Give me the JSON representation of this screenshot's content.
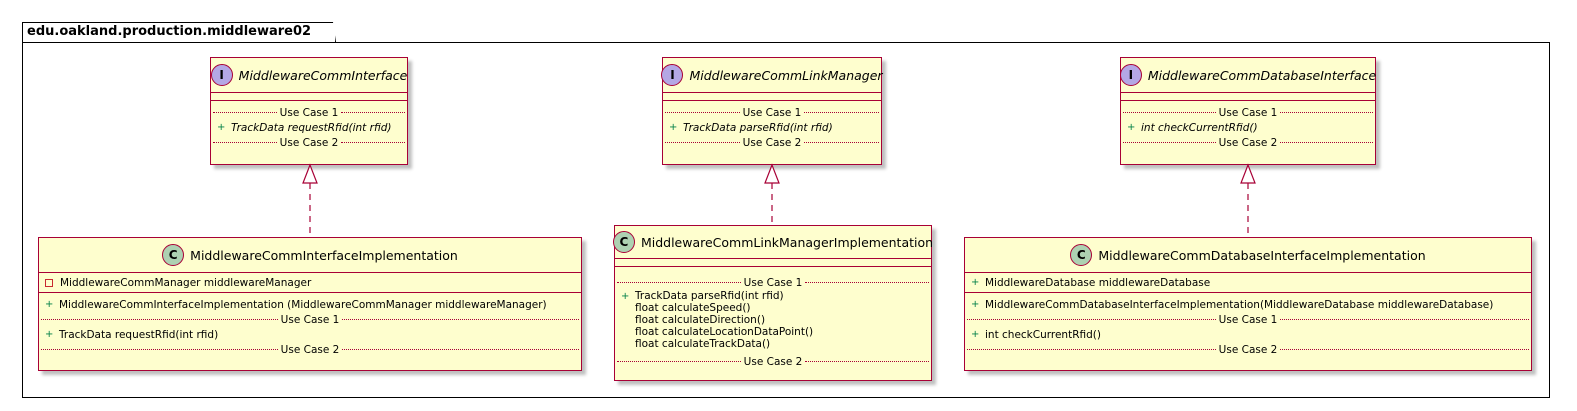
{
  "package": {
    "name": "edu.oakland.production.middleware02"
  },
  "interfaces": [
    {
      "stereotype": "I",
      "name": "MiddlewareCommInterface",
      "members": [
        {
          "kind": "divider",
          "label": "Use Case 1"
        },
        {
          "kind": "method",
          "visibility": "+",
          "text": "TrackData requestRfid(int rfid)",
          "abstract": true
        },
        {
          "kind": "divider",
          "label": "Use Case 2"
        }
      ]
    },
    {
      "stereotype": "I",
      "name": "MiddlewareCommLinkManager",
      "members": [
        {
          "kind": "divider",
          "label": "Use Case 1"
        },
        {
          "kind": "method",
          "visibility": "+",
          "text": "TrackData parseRfid(int rfid)",
          "abstract": true
        },
        {
          "kind": "divider",
          "label": "Use Case 2"
        }
      ]
    },
    {
      "stereotype": "I",
      "name": "MiddlewareCommDatabaseInterface",
      "members": [
        {
          "kind": "divider",
          "label": "Use Case 1"
        },
        {
          "kind": "method",
          "visibility": "+",
          "text": "int checkCurrentRfid()",
          "abstract": true
        },
        {
          "kind": "divider",
          "label": "Use Case 2"
        }
      ]
    }
  ],
  "classes": [
    {
      "stereotype": "C",
      "name": "MiddlewareCommInterfaceImplementation",
      "fields": [
        {
          "visibility": "-",
          "text": "MiddlewareCommManager middlewareManager"
        }
      ],
      "members": [
        {
          "kind": "method",
          "visibility": "+",
          "text": "MiddlewareCommInterfaceImplementation (MiddlewareCommManager middlewareManager)"
        },
        {
          "kind": "divider",
          "label": "Use Case 1"
        },
        {
          "kind": "method",
          "visibility": "+",
          "text": "TrackData requestRfid(int rfid)"
        },
        {
          "kind": "divider",
          "label": "Use Case 2"
        }
      ]
    },
    {
      "stereotype": "C",
      "name": "MiddlewareCommLinkManagerImplementation",
      "fields": [],
      "members": [
        {
          "kind": "divider",
          "label": "Use Case 1"
        },
        {
          "kind": "method",
          "visibility": "+",
          "text": "TrackData parseRfid(int rfid)"
        },
        {
          "kind": "cont",
          "text": "float calculateSpeed()"
        },
        {
          "kind": "cont",
          "text": "float calculateDirection()"
        },
        {
          "kind": "cont",
          "text": "float calculateLocationDataPoint()"
        },
        {
          "kind": "cont",
          "text": "float calculateTrackData()"
        },
        {
          "kind": "divider",
          "label": "Use Case 2"
        }
      ]
    },
    {
      "stereotype": "C",
      "name": "MiddlewareCommDatabaseInterfaceImplementation",
      "fields": [
        {
          "visibility": "+",
          "text": "MiddlewareDatabase middlewareDatabase"
        }
      ],
      "members": [
        {
          "kind": "method",
          "visibility": "+",
          "text": "MiddlewareCommDatabaseInterfaceImplementation(MiddlewareDatabase middlewareDatabase)"
        },
        {
          "kind": "divider",
          "label": "Use Case 1"
        },
        {
          "kind": "method",
          "visibility": "+",
          "text": "int checkCurrentRfid()"
        },
        {
          "kind": "divider",
          "label": "Use Case 2"
        }
      ]
    }
  ],
  "relations": [
    {
      "type": "realization",
      "from": "MiddlewareCommInterfaceImplementation",
      "to": "MiddlewareCommInterface"
    },
    {
      "type": "realization",
      "from": "MiddlewareCommLinkManagerImplementation",
      "to": "MiddlewareCommLinkManager"
    },
    {
      "type": "realization",
      "from": "MiddlewareCommDatabaseInterfaceImplementation",
      "to": "MiddlewareCommDatabaseInterface"
    }
  ],
  "colors": {
    "box_fill": "#fefece",
    "box_border": "#a80036",
    "interface_badge": "#b4a7e5",
    "class_badge": "#add1b2",
    "public_marker": "#038048",
    "private_marker": "#c82930"
  }
}
